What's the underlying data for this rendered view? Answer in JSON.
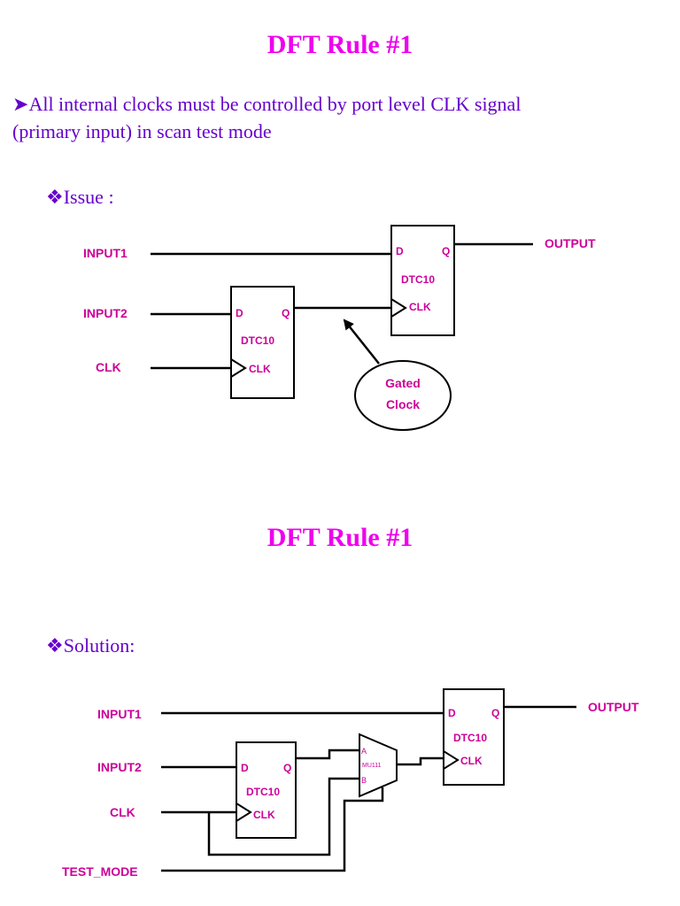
{
  "slide1": {
    "title": "DFT Rule #1",
    "bullet": "All internal clocks must be controlled by port level CLK signal",
    "bullet_cont": "(primary input) in scan test mode",
    "issue_label": "Issue :",
    "diagram": {
      "input1": "INPUT1",
      "input2": "INPUT2",
      "clk": "CLK",
      "output": "OUTPUT",
      "ff_name": "DTC10",
      "pin_d": "D",
      "pin_q": "Q",
      "pin_clk": "CLK",
      "callout_line1": "Gated",
      "callout_line2": "Clock"
    }
  },
  "slide2": {
    "title": "DFT Rule #1",
    "solution_label": "Solution:",
    "diagram": {
      "input1": "INPUT1",
      "input2": "INPUT2",
      "clk": "CLK",
      "test_mode": "TEST_MODE",
      "output": "OUTPUT",
      "ff_name": "DTC10",
      "pin_d": "D",
      "pin_q": "Q",
      "pin_clk": "CLK",
      "mux_name": "MU111",
      "mux_a": "A",
      "mux_b": "B"
    }
  },
  "colors": {
    "title": "#ee00ee",
    "bullet_text": "#6600cc",
    "diagram_labels": "#cc0099"
  },
  "icons": [
    "arrow-bullet-icon",
    "diamond-bullet-icon"
  ]
}
